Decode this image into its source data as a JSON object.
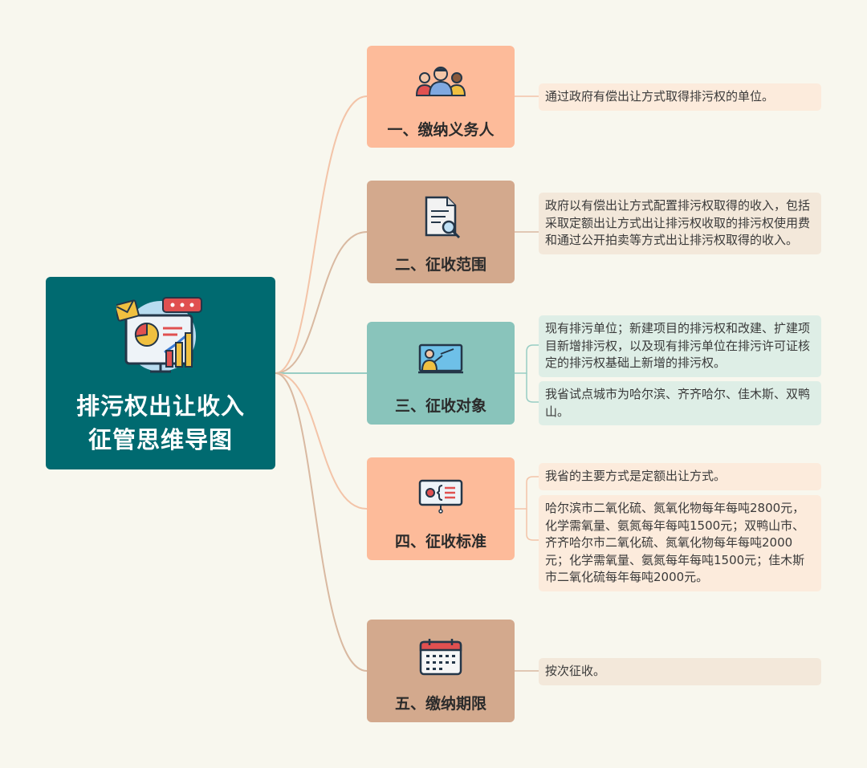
{
  "root": {
    "title": "排污权出让收入征管思维导图",
    "icon": "presentation-chart-icon"
  },
  "branches": [
    {
      "title": "一、缴纳义务人",
      "icon": "people-group-icon",
      "color": "#fdbb9a",
      "notes": [
        "通过政府有偿出让方式取得排污权的单位。"
      ]
    },
    {
      "title": "二、征收范围",
      "icon": "document-search-icon",
      "color": "#d3a98d",
      "notes": [
        "政府以有偿出让方式配置排污权取得的收入，包括采取定额出让方式出让排污权收取的排污权使用费和通过公开拍卖等方式出让排污权取得的收入。"
      ]
    },
    {
      "title": "三、征收对象",
      "icon": "teacher-board-icon",
      "color": "#89c4bb",
      "notes": [
        "现有排污单位；新建项目的排污权和改建、扩建项目新增排污权，以及现有排污单位在排污许可证核定的排污权基础上新增的排污权。",
        "我省试点城市为哈尔滨、齐齐哈尔、佳木斯、双鸭山。"
      ]
    },
    {
      "title": "四、征收标准",
      "icon": "presentation-board-icon",
      "color": "#fdbb9a",
      "notes": [
        "我省的主要方式是定额出让方式。",
        "哈尔滨市二氧化硫、氮氧化物每年每吨2800元，化学需氧量、氨氮每年每吨1500元；双鸭山市、齐齐哈尔市二氧化硫、氮氧化物每年每吨2000元；化学需氧量、氨氮每年每吨1500元；佳木斯市二氧化硫每年每吨2000元。"
      ]
    },
    {
      "title": "五、缴纳期限",
      "icon": "calendar-icon",
      "color": "#d3a98d",
      "notes": [
        "按次征收。"
      ]
    }
  ],
  "colors": {
    "background": "#f8f7ee",
    "root": "#006a70",
    "note_orange": "#fcebdc",
    "note_tan": "#f3e8da",
    "note_teal": "#deeee6"
  }
}
